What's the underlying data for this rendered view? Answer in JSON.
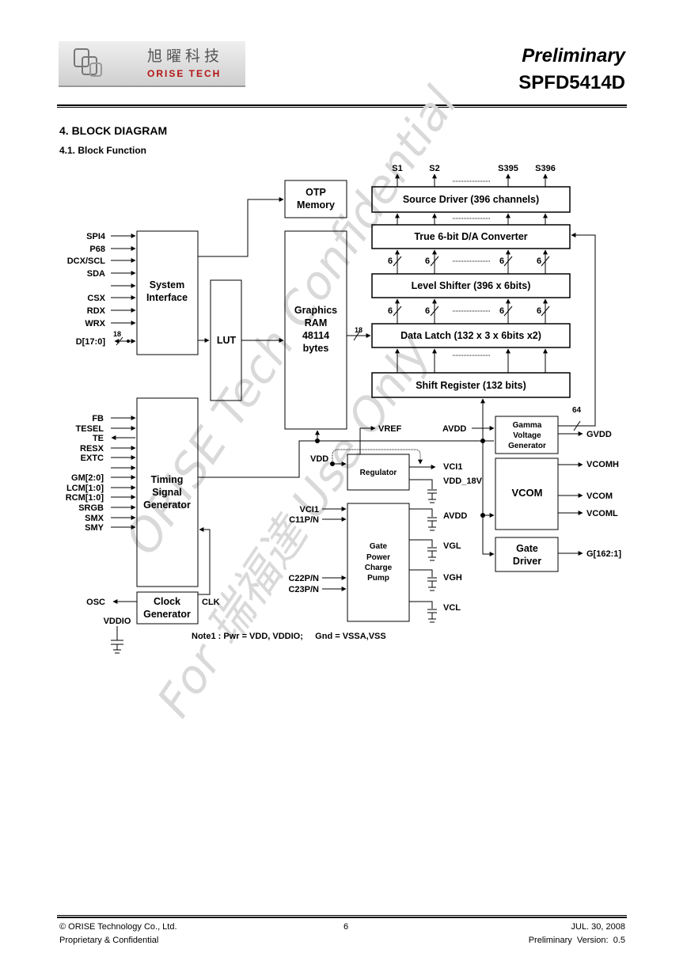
{
  "header": {
    "logo_cn": "旭曜科技",
    "logo_en": "ORISE TECH",
    "status": "Preliminary",
    "part_number": "SPFD5414D"
  },
  "section": {
    "title": "4. BLOCK DIAGRAM",
    "subtitle": "4.1. Block Function"
  },
  "diagram": {
    "blocks": {
      "otp": [
        "OTP",
        "Memory"
      ],
      "system_interface": [
        "System",
        "Interface"
      ],
      "lut": "LUT",
      "graphics_ram": [
        "Graphics",
        "RAM",
        "48114",
        "bytes"
      ],
      "source_driver": "Source Driver (396 channels)",
      "da_converter": "True 6-bit D/A Converter",
      "level_shifter": "Level Shifter (396 x 6bits)",
      "data_latch": "Data Latch (132 x 3 x 6bits x2)",
      "shift_register": "Shift Register (132 bits)",
      "timing": [
        "Timing",
        "Signal",
        "Generator"
      ],
      "clock": [
        "Clock",
        "Generator"
      ],
      "regulator": "Regulator",
      "gate_pump": [
        "Gate",
        "Power",
        "Charge",
        "Pump"
      ],
      "gamma": [
        "Gamma",
        "Voltage",
        "Generator"
      ],
      "vcom": "VCOM",
      "gate_driver": [
        "Gate",
        "Driver"
      ]
    },
    "source_outputs": [
      "S1",
      "S2",
      "S395",
      "S396"
    ],
    "interface_pins": [
      "SPI4",
      "P68",
      "DCX/SCL",
      "SDA",
      "CSX",
      "RDX",
      "WRX",
      "D[17:0]"
    ],
    "timing_pins": [
      "FB",
      "TESEL",
      "TE",
      "RESX",
      "EXTC",
      "GM[2:0]",
      "LCM[1:0]",
      "RCM[1:0]",
      "SRGB",
      "SMX",
      "SMY"
    ],
    "bus_widths": {
      "data_in": "18",
      "ram_out": "18",
      "bit": "6",
      "gamma": "64"
    },
    "signals": {
      "osc": "OSC",
      "vddio": "VDDIO",
      "clk": "CLK",
      "vref": "VREF",
      "avdd_top": "AVDD",
      "vdd": "VDD",
      "vci1_out": "VCI1",
      "vdd_18v": "VDD_18V",
      "vci1_in": "VCI1",
      "c11pn": "C11P/N",
      "c22pn": "C22P/N",
      "c23pn": "C23P/N",
      "avdd": "AVDD",
      "vgl": "VGL",
      "vgh": "VGH",
      "vcl": "VCL",
      "gvdd": "GVDD",
      "vcomh": "VCOMH",
      "vcom": "VCOM",
      "vcoml": "VCOML",
      "gate_out": "G[162:1]"
    },
    "note": "Note1 : Pwr = VDD, VDDIO;     Gnd = VSSA,VSS"
  },
  "watermark": [
    "For 瑞福達 Use Only",
    "ORISE Tech Confidential"
  ],
  "footer": {
    "copyright": "© ORISE Technology Co., Ltd.",
    "confidential": "Proprietary & Confidential",
    "page": "6",
    "date": "JUL. 30, 2008",
    "version": "Preliminary  Version:  0.5"
  }
}
